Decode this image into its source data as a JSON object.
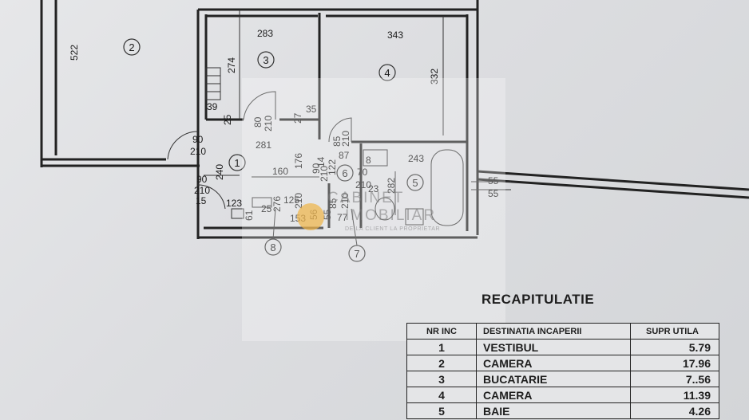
{
  "plan": {
    "dimensions": [
      "522",
      "283",
      "343",
      "274",
      "332",
      "39",
      "25",
      "80",
      "210",
      "27",
      "35",
      "90",
      "210",
      "281",
      "85",
      "210",
      "243",
      "240",
      "160",
      "176",
      "90",
      "210",
      "14",
      "122",
      "87",
      "8",
      "70",
      "210",
      "23",
      "282",
      "55",
      "55",
      "90",
      "210",
      "15",
      "125",
      "210",
      "25",
      "276",
      "61",
      "153",
      "56",
      "55",
      "85",
      "210",
      "77",
      "123"
    ],
    "room_numbers": [
      "1",
      "2",
      "3",
      "4",
      "5",
      "6",
      "7",
      "8"
    ]
  },
  "watermark": {
    "brand_line1": "CABINET",
    "brand_line2": "IMOBILIAR",
    "tagline": "DE LA CLIENT LA PROPRIETAR"
  },
  "recap": {
    "title": "RECAPITULATIE",
    "headers": [
      "NR INC",
      "DESTINATIA INCAPERII",
      "SUPR UTILA"
    ],
    "rows": [
      {
        "nr": "1",
        "dest": "VESTIBUL",
        "area": "5.79"
      },
      {
        "nr": "2",
        "dest": "CAMERA",
        "area": "17.96"
      },
      {
        "nr": "3",
        "dest": "BUCATARIE",
        "area": "7..56"
      },
      {
        "nr": "4",
        "dest": "CAMERA",
        "area": "11.39"
      },
      {
        "nr": "5",
        "dest": "BAIE",
        "area": "4.26"
      }
    ]
  }
}
